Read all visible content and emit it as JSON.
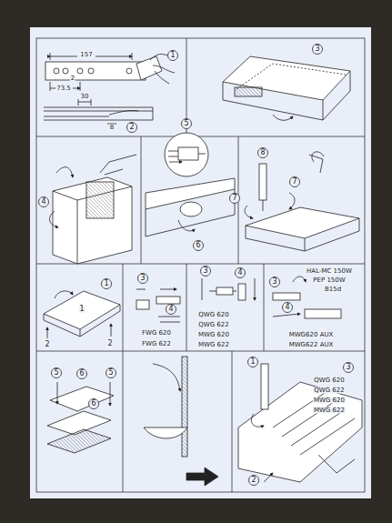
{
  "diagram": {
    "labels": [
      "157",
      "73.5",
      "2",
      "1",
      "30",
      "8",
      "2",
      "3",
      "5",
      "4",
      "6",
      "8",
      "7",
      "7",
      "1",
      "1",
      "2",
      "2",
      "3",
      "4",
      "FWG 620",
      "FWG 622",
      "3",
      "4",
      "QWG 620",
      "QWG 622",
      "MWG 620",
      "MWG 622",
      "HAL-MC 150W",
      "PEP 150W",
      "B15d",
      "3",
      "4",
      "MWG620 AUX",
      "MWG622 AUX",
      "5",
      "6",
      "5",
      "6",
      "1",
      "3",
      "QWG 620",
      "QWG 622",
      "MWG 620",
      "MWG 622",
      "2"
    ]
  }
}
